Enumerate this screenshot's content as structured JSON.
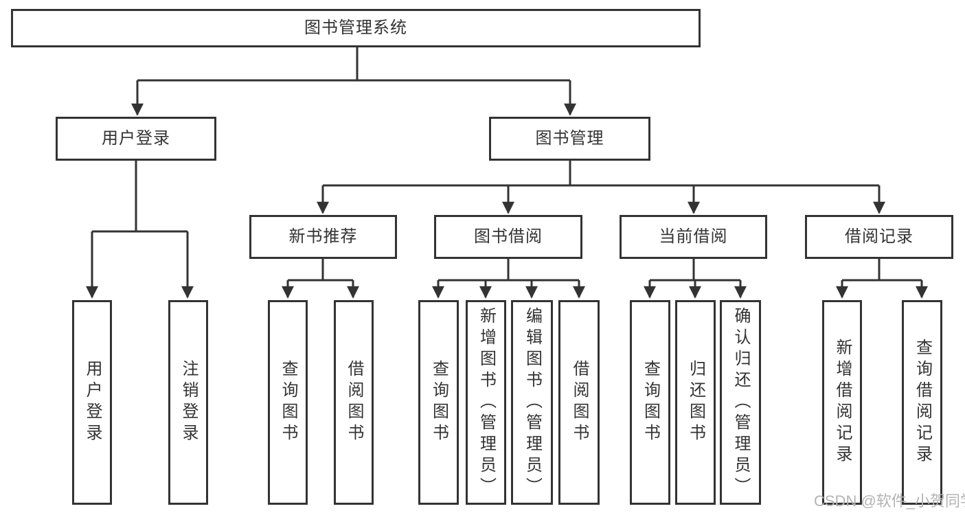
{
  "tree": {
    "root": "图书管理系统",
    "branches": [
      {
        "label": "用户登录",
        "leaves": [
          "用户登录",
          "注销登录"
        ]
      },
      {
        "label": "图书管理",
        "groups": [
          {
            "label": "新书推荐",
            "leaves": [
              "查询图书",
              "借阅图书"
            ]
          },
          {
            "label": "图书借阅",
            "leaves": [
              "查询图书",
              "新增图书（管理员）",
              "编辑图书（管理员）",
              "借阅图书"
            ]
          },
          {
            "label": "当前借阅",
            "leaves": [
              "查询图书",
              "归还图书",
              "确认归还（管理员）"
            ]
          },
          {
            "label": "借阅记录",
            "leaves": [
              "新增借阅记录",
              "查询借阅记录"
            ]
          }
        ]
      }
    ]
  },
  "watermark": "CSDN @软件_小贺同学",
  "colors": {
    "line": "#333333",
    "text": "#333333",
    "box_background": "#ffffff",
    "watermark": "#b3b3b3",
    "background": "#ffffff"
  }
}
